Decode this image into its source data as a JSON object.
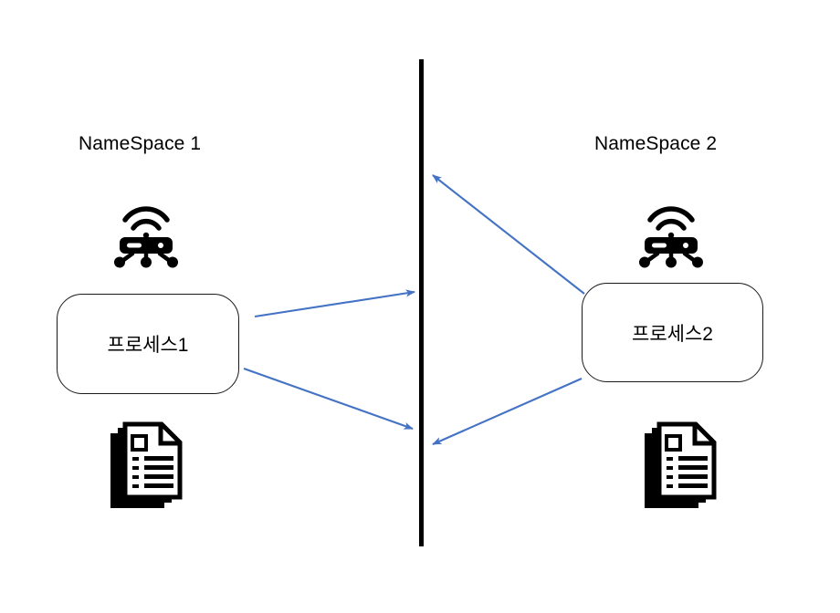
{
  "diagram": {
    "title_left": "NameSpace 1",
    "title_right": "NameSpace 2",
    "process_left": "프로세스1",
    "process_right": "프로세스2",
    "icons": {
      "router_left": "wireless-router-icon",
      "router_right": "wireless-router-icon",
      "document_left": "documents-stack-icon",
      "document_right": "documents-stack-icon",
      "barrier": "namespace-boundary-line"
    },
    "colors": {
      "arrow": "#4472C4",
      "barrier": "#000000",
      "box_border": "#1a1a1a",
      "text": "#000000",
      "background": "#ffffff"
    },
    "arrows": [
      {
        "name": "proc1-to-boundary-upper",
        "from": "프로세스1",
        "to": "boundary",
        "direction": "right"
      },
      {
        "name": "proc1-to-boundary-lower",
        "from": "프로세스1",
        "to": "boundary",
        "direction": "right"
      },
      {
        "name": "proc2-to-boundary-upper",
        "from": "프로세스2",
        "to": "boundary",
        "direction": "left"
      },
      {
        "name": "proc2-to-boundary-lower",
        "from": "프로세스2",
        "to": "boundary",
        "direction": "left"
      }
    ]
  }
}
